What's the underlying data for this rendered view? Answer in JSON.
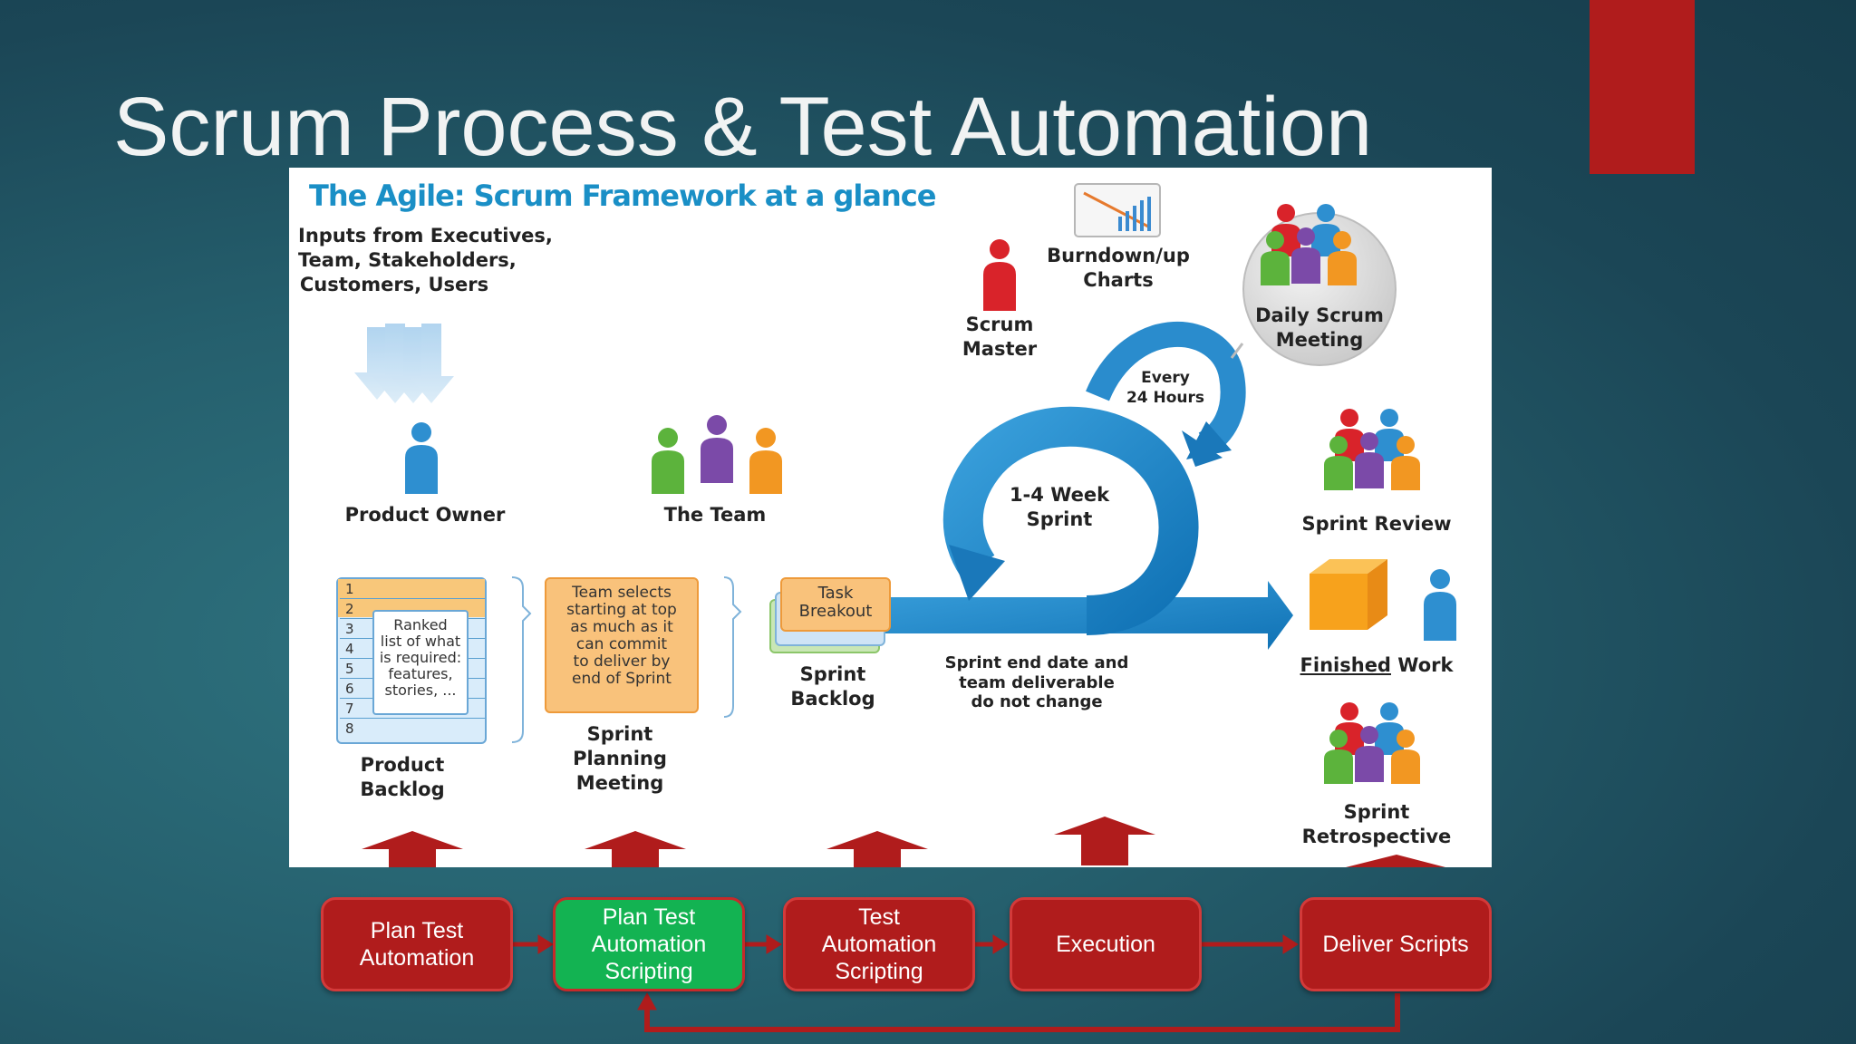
{
  "slide": {
    "title": "Scrum Process & Test Automation",
    "accent_color": "#b01c1c"
  },
  "diagram": {
    "title": "The Agile: Scrum Framework at a glance",
    "inputs": [
      "Inputs from Executives,",
      "Team, Stakeholders,",
      "Customers, Users"
    ],
    "product_owner": "Product Owner",
    "the_team": "The Team",
    "scrum_master": [
      "Scrum",
      "Master"
    ],
    "burndown": [
      "Burndown/up",
      "Charts"
    ],
    "daily_scrum": [
      "Daily Scrum",
      "Meeting"
    ],
    "every_24": [
      "Every",
      "24 Hours"
    ],
    "sprint_cycle": [
      "1-4 Week",
      "Sprint"
    ],
    "sprint_review": "Sprint Review",
    "finished_work_underlined": "Finished",
    "finished_work_rest": " Work",
    "sprint_retrospective": [
      "Sprint",
      "Retrospective"
    ],
    "backlog_numbers": [
      "1",
      "2",
      "3",
      "4",
      "5",
      "6",
      "7",
      "8"
    ],
    "backlog_note": [
      "Ranked",
      "list of what",
      "is required:",
      "features,",
      "stories, ..."
    ],
    "product_backlog": [
      "Product",
      "Backlog"
    ],
    "planning_note": [
      "Team selects",
      "starting at top",
      "as much as it",
      "can commit",
      "to deliver by",
      "end of Sprint"
    ],
    "sprint_planning": [
      "Sprint",
      "Planning",
      "Meeting"
    ],
    "task_breakout": [
      "Task",
      "Breakout"
    ],
    "sprint_backlog": [
      "Sprint",
      "Backlog"
    ],
    "sprint_end_note": [
      "Sprint end date and",
      "team deliverable",
      "do not change"
    ]
  },
  "process": {
    "steps": [
      {
        "lines": [
          "Plan Test",
          "Automation"
        ],
        "color": "#b01c1c"
      },
      {
        "lines": [
          "Plan Test",
          "Automation",
          "Scripting"
        ],
        "color": "#13b352"
      },
      {
        "lines": [
          "Test",
          "Automation",
          "Scripting"
        ],
        "color": "#b01c1c"
      },
      {
        "lines": [
          "Execution"
        ],
        "color": "#b01c1c"
      },
      {
        "lines": [
          "Deliver Scripts"
        ],
        "color": "#b01c1c"
      }
    ]
  },
  "icons": [
    "input-arrows-icon",
    "person-icon",
    "team-icon",
    "burndown-chart-icon",
    "sprint-cycle-icon",
    "finished-work-box-icon",
    "up-arrow-icon",
    "connector-arrow-icon"
  ]
}
